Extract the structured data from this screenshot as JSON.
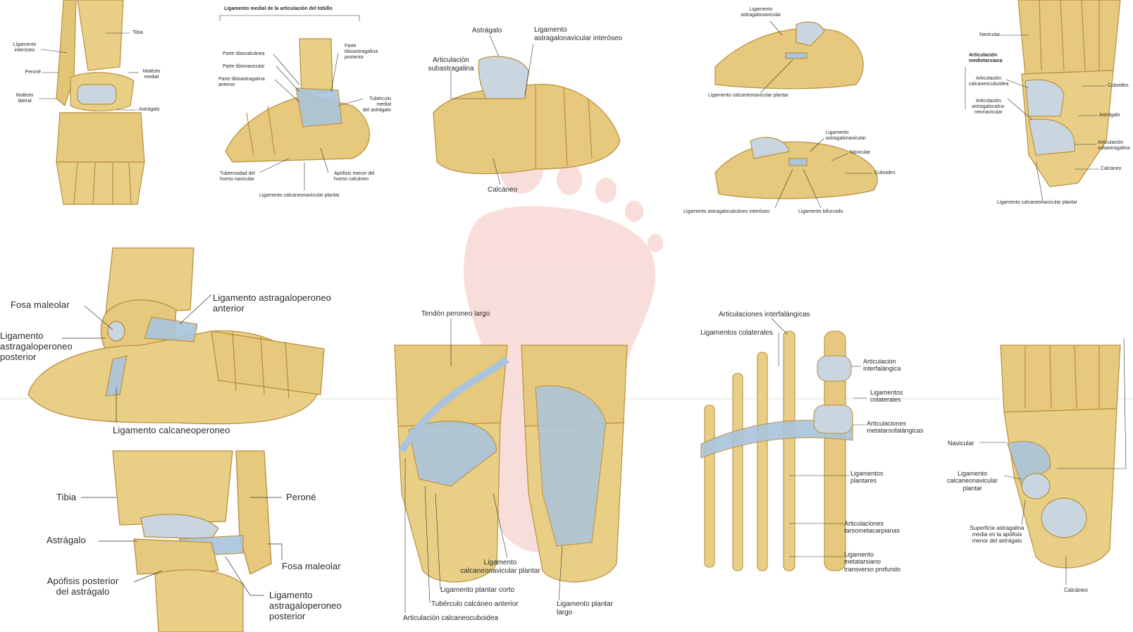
{
  "colors": {
    "bone": "#e9cf86",
    "bone_dark": "#b98f3e",
    "cartilage": "#c9d6e0",
    "ligament": "#a9c4dc",
    "watermark": "#f7d8d4",
    "leader": "#333333"
  },
  "panels": {
    "p1": {
      "labels": [
        "Ligamento\ninteróseo",
        "Peroné",
        "Maléolo\nlateral",
        "Tibia",
        "Maléolo\nmedial",
        "Astrágalo"
      ]
    },
    "p2": {
      "title": "Ligamento medial de la articulación del tobillo",
      "labels": [
        "Parte tibiocalcánea",
        "Parte tibionavicular",
        "Parte tibioastragalina\nanterior",
        "Parte\ntibioastragalina\nposterior",
        "Tubérculo\nmedial\ndel astrágalo",
        "Tuberosidad del\nhueso navicular",
        "Apófisis menor del\nhueso calcáneo",
        "Ligamento calcaneonavicular plantar"
      ]
    },
    "p3": {
      "labels": [
        "Astrágalo",
        "Ligamento\nastragalonavicular interóseo",
        "Articulación\nsubastragalina",
        "Calcáneo"
      ]
    },
    "p4": {
      "labels": [
        "Ligamento\nastragalonavicular",
        "Ligamento calcaneonavicular plantar",
        "Ligamento\nastragalonavicular",
        "Navicular",
        "Cuboides",
        "Ligamento astragalocalcáneo interóseo",
        "Ligamento bifurcado"
      ]
    },
    "p5": {
      "heading": "Articulación\nmediotarsiana",
      "labels": [
        "Navicular",
        "Articulación\ncalcaneocuboidea",
        "Articulación\nastragalocalca-\nneonavicular",
        "Cuboides",
        "Astrágalo",
        "Articulación\nsubastragalina",
        "Calcáneo",
        "Ligamento calcaneonavicular plantar"
      ]
    },
    "p6": {
      "labels": [
        "Fosa maleolar",
        "Ligamento\nastragaloperoneo\nposterior",
        "Ligamento astragaloperoneo\nanterior",
        "Ligamento calcaneoperoneo"
      ]
    },
    "p7": {
      "labels": [
        "Tibia",
        "Peroné",
        "Astrágalo",
        "Fosa maleolar",
        "Apófisis posterior\ndel astrágalo",
        "Ligamento\nastragaloperoneo\nposterior"
      ]
    },
    "p8": {
      "labels": [
        "Tendón peroneo largo",
        "Ligamento\ncalcaneonavicular plantar",
        "Ligamento plantar corto",
        "Tubérculo calcáneo anterior",
        "Articulación calcaneocuboidea",
        "Ligamento plantar\nlargo"
      ]
    },
    "p9": {
      "labels": [
        "Articulaciones interfalángicas",
        "Ligamentos colaterales",
        "Articulación\ninterfalángica",
        "Ligamentos\ncolaterales",
        "Articulaciones\nmetatarsofalángicas",
        "Ligamentos\nplantares",
        "Articulaciones\ntarsometacarpianas",
        "Ligamento\nmetatarsiano\ntransverso profundo"
      ]
    },
    "p10": {
      "labels": [
        "Navicular",
        "Ligamento\ncalcaneonavicular\nplantar",
        "Superficie astragalina\nmedia en la apófisis\nmenor del astrágalo",
        "Calcáneo"
      ]
    }
  }
}
